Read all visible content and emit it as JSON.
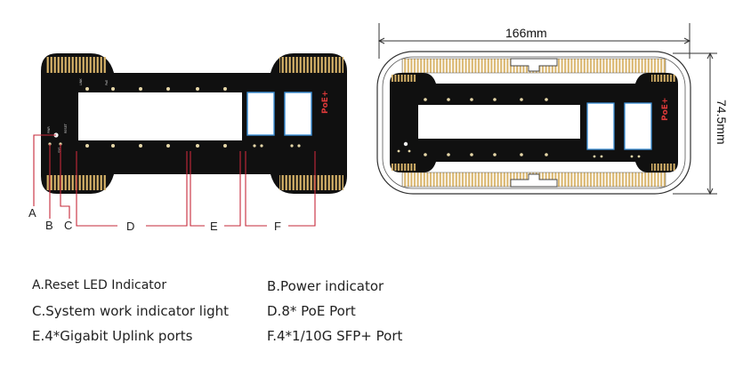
{
  "front_view": {
    "leds": [
      "LINK",
      "PoE"
    ],
    "rear_text": [
      "RESET",
      "PWR",
      "SYS"
    ],
    "poe_logo": "PoE+",
    "callouts": [
      "A",
      "B",
      "C",
      "D",
      "E",
      "F"
    ]
  },
  "side_view": {
    "width_label": "166mm",
    "height_label": "74.5mm",
    "poe_logo": "PoE+"
  },
  "legend": [
    {
      "id": "A",
      "text": "A.Reset LED Indicator"
    },
    {
      "id": "B",
      "text": "B.Power indicator"
    },
    {
      "id": "C",
      "text": "C.System work indicator light"
    },
    {
      "id": "D",
      "text": "D.8* PoE Port"
    },
    {
      "id": "E",
      "text": "E.4*Gigabit Uplink ports"
    },
    {
      "id": "F",
      "text": "F.4*1/10G SFP+ Port"
    }
  ],
  "colors": {
    "board": "#101010",
    "fin": "#d9b46a",
    "port_fill": "#ffffff",
    "sfp_border": "#3a8fd6",
    "callout_line": "#c6283a",
    "poe_logo": "#e23a3a"
  }
}
